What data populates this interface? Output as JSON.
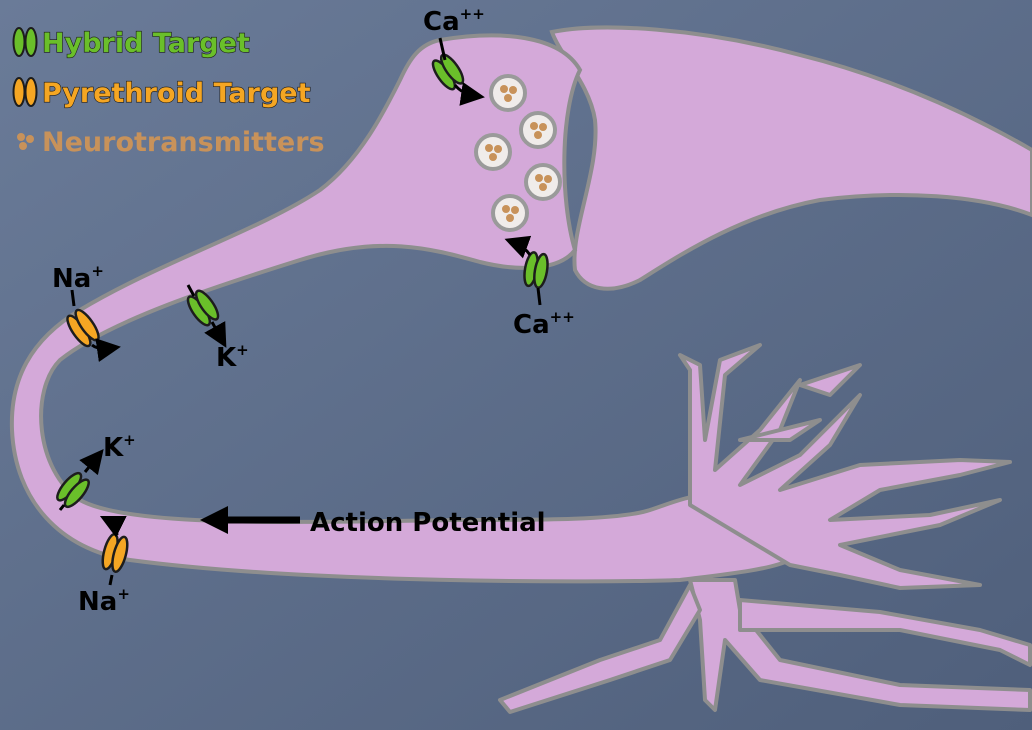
{
  "legend": {
    "hybrid": {
      "label": "Hybrid Target",
      "color": "#6abf2a"
    },
    "pyrethroid": {
      "label": "Pyrethroid Target",
      "color": "#f5a623"
    },
    "neurotransmitters": {
      "label": "Neurotransmitters",
      "color": "#c8925a"
    }
  },
  "labels": {
    "ca_top": "Ca",
    "ca_top_sup": "++",
    "ca_bottom": "Ca",
    "ca_bottom_sup": "++",
    "na_upper": "Na",
    "na_upper_sup": "+",
    "k_upper": "K",
    "k_upper_sup": "+",
    "k_lower": "K",
    "k_lower_sup": "+",
    "na_lower": "Na",
    "na_lower_sup": "+",
    "action_potential": "Action Potential"
  },
  "colors": {
    "background": "#5f7190",
    "neuron_fill": "#d4a9d9",
    "neuron_outline": "#8e8e8e",
    "hybrid": "#6abf2a",
    "pyrethroid": "#f5a623",
    "vesicle_dot": "#c8925a"
  }
}
